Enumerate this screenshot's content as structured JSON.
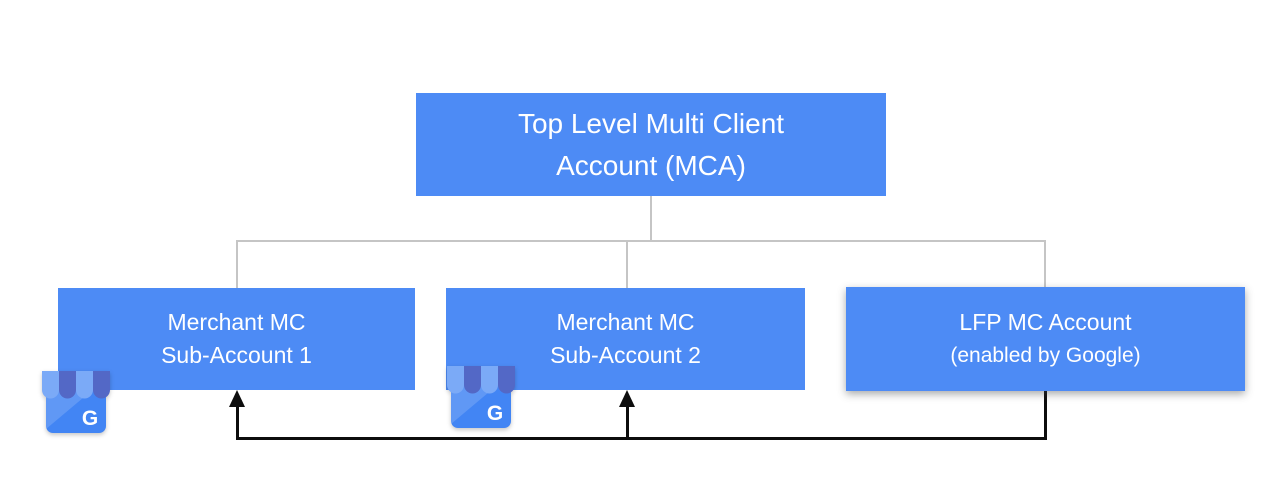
{
  "diagram": {
    "description": "Merchant Center account hierarchy diagram",
    "colors": {
      "node_blue": "#4d8bf5",
      "connector_gray": "#c5c5c5",
      "arrow_black": "#0d0d0d",
      "node_text": "#ffffff",
      "icon_body_blue": "#4285f4",
      "icon_awning_light": "#7baaf7",
      "icon_awning_dark": "#5368c6"
    },
    "nodes": {
      "mca": {
        "line1": "Top Level Multi Client",
        "line2": "Account (MCA)"
      },
      "sub1": {
        "line1": "Merchant MC",
        "line2": "Sub-Account 1"
      },
      "sub2": {
        "line1": "Merchant MC",
        "line2": "Sub-Account 2"
      },
      "lfp": {
        "line1": "LFP MC Account",
        "line2": "(enabled by Google)"
      }
    },
    "icons": {
      "business_profile_letter": "G"
    }
  }
}
